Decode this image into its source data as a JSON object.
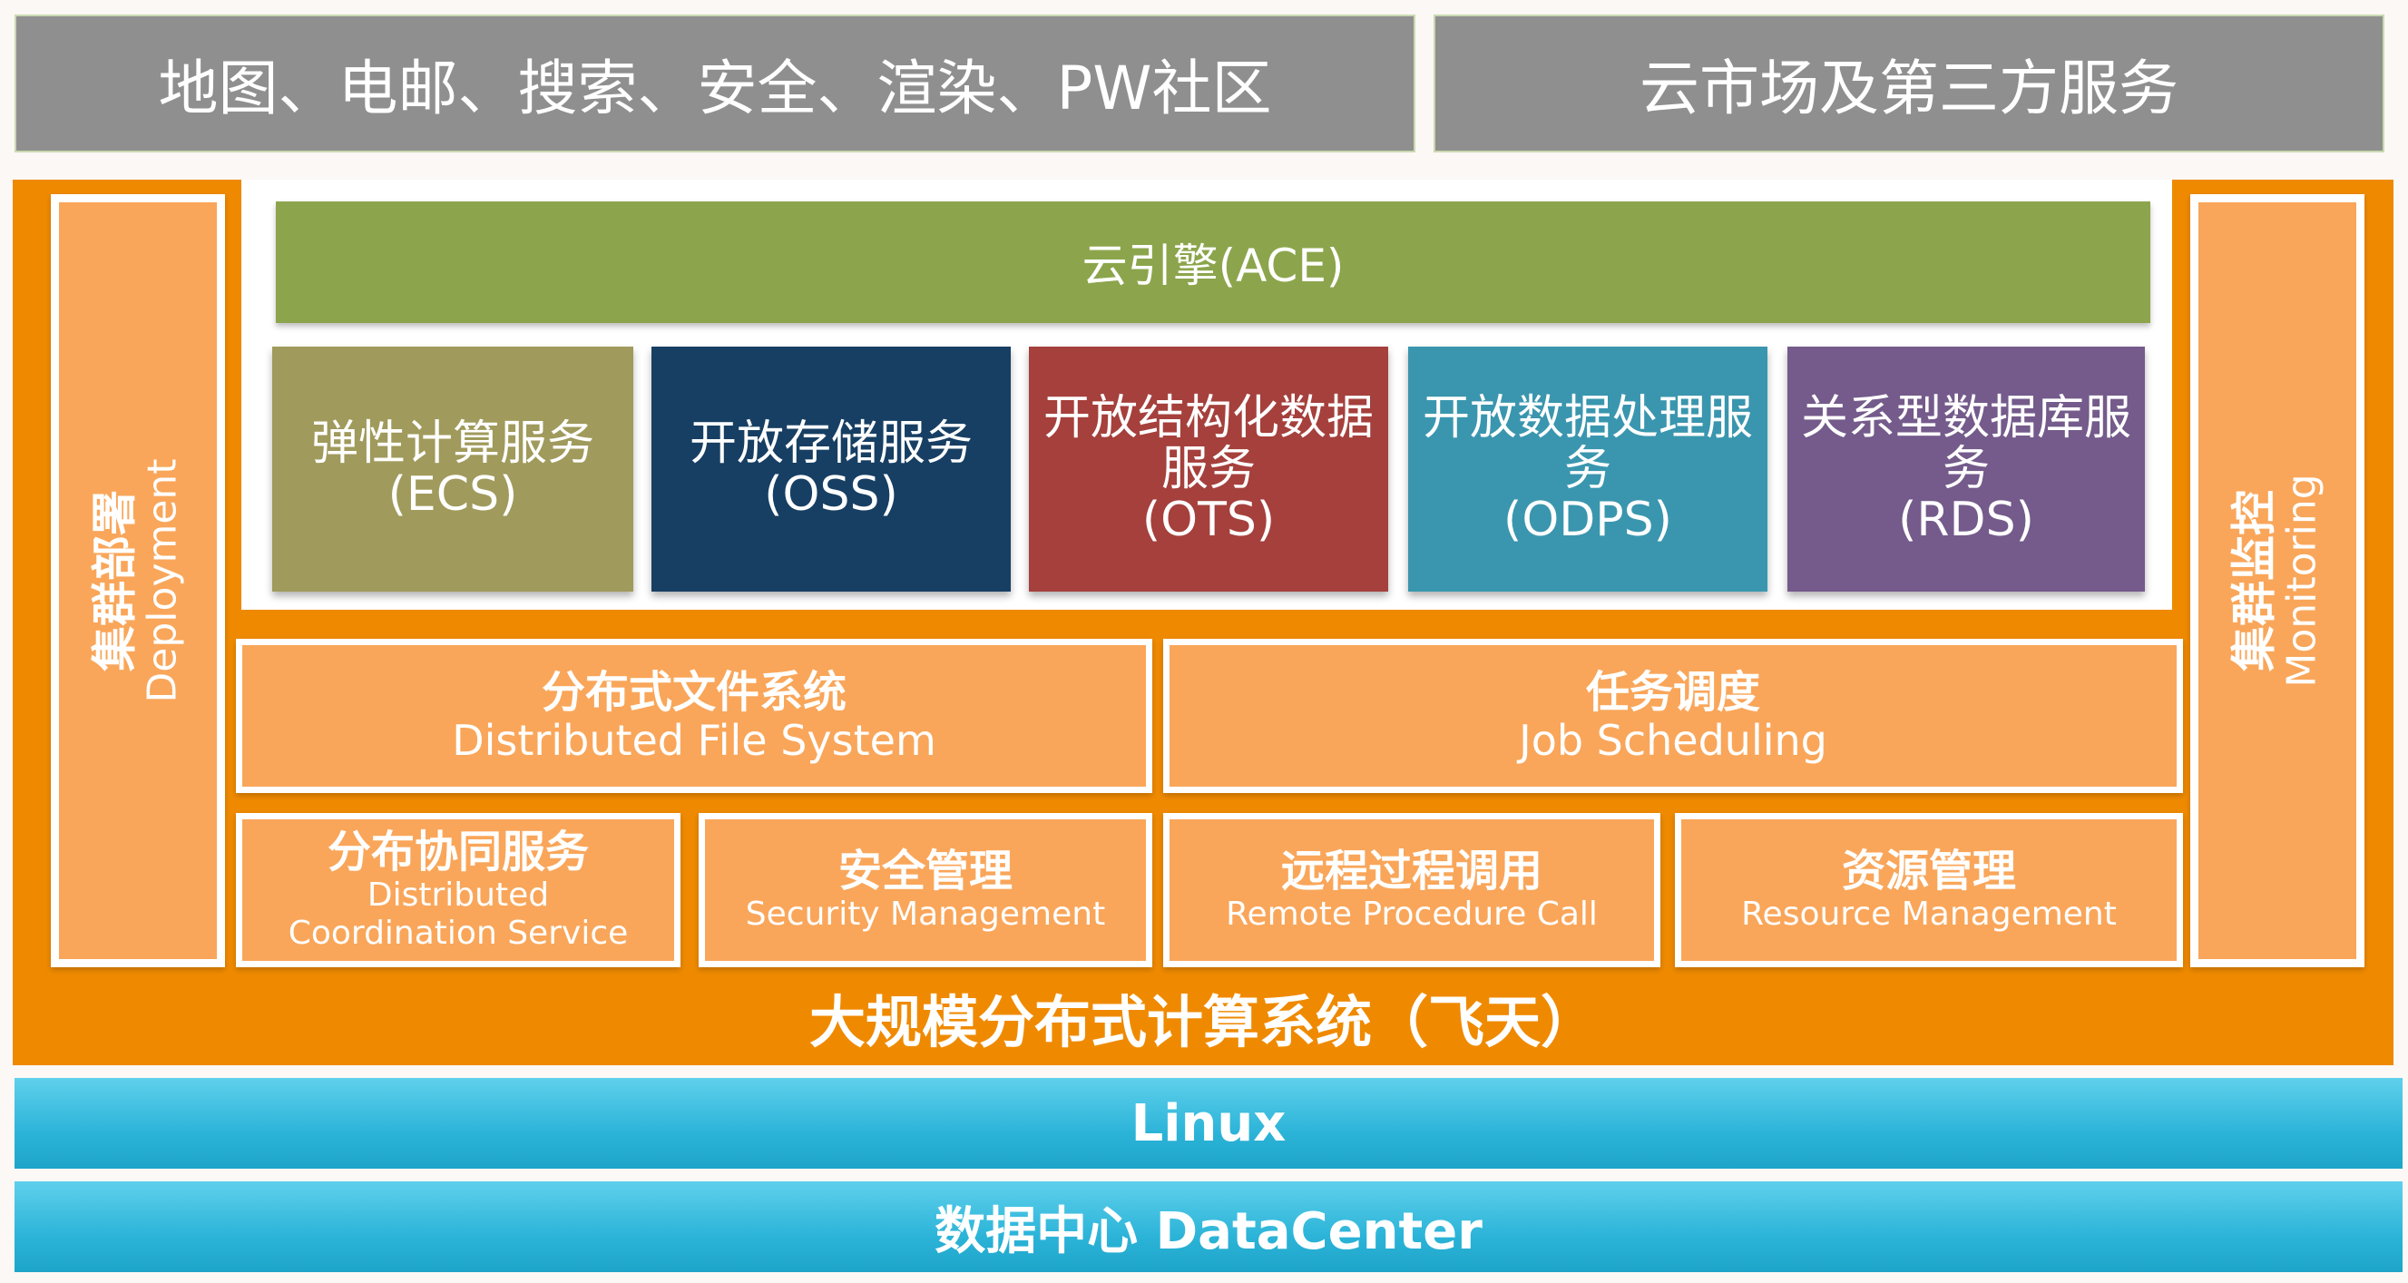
{
  "top": {
    "apps": "地图、电邮、搜索、安全、渲染、PW社区",
    "market": "云市场及第三方服务"
  },
  "ace": "云引擎(ACE)",
  "services": [
    {
      "lines": [
        "弹性计算服务",
        "(ECS)"
      ],
      "color": "#a09a5c"
    },
    {
      "lines": [
        "开放存储服务",
        "(OSS)"
      ],
      "color": "#173f63"
    },
    {
      "lines": [
        "开放结构化数据",
        "服务",
        "(OTS)"
      ],
      "color": "#a5403c"
    },
    {
      "lines": [
        "开放数据处理服",
        "务",
        "(ODPS)"
      ],
      "color": "#3a96ae"
    },
    {
      "lines": [
        "关系型数据库服",
        "务",
        "(RDS)"
      ],
      "color": "#745b8b"
    }
  ],
  "deployment": {
    "zh": "集群部署",
    "en": "Deployment"
  },
  "monitoring": {
    "zh": "集群监控",
    "en": "Monitoring"
  },
  "dfs": {
    "zh": "分布式文件系统",
    "en": "Distributed File System"
  },
  "job": {
    "zh": "任务调度",
    "en": "Job Scheduling"
  },
  "coord": {
    "zh": "分布协同服务",
    "en1": "Distributed",
    "en2": "Coordination Service"
  },
  "security": {
    "zh": "安全管理",
    "en": "Security Management"
  },
  "rpc": {
    "zh": "远程过程调用",
    "en": "Remote Procedure Call"
  },
  "resource": {
    "zh": "资源管理",
    "en": "Resource Management"
  },
  "caption": "大规模分布式计算系统（飞天）",
  "linux": "Linux",
  "datacenter": "数据中心 DataCenter"
}
